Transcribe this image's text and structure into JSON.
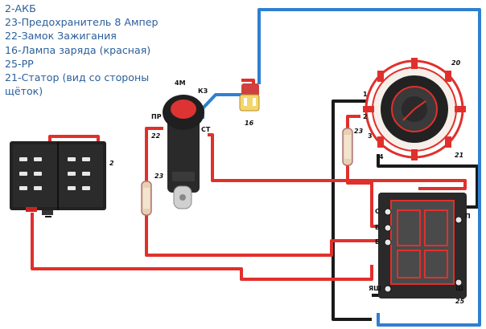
{
  "legend": [
    "2-АКБ",
    "23-Предохранитель 8 Ампер",
    "22-Замок Зажигания",
    "16-Лампа заряда (красная)",
    "25-РР",
    "21-Статор (вид со стороны",
    "щёток)"
  ],
  "labels": {
    "battery_num": "2",
    "ignition_num": "22",
    "fuse_left_num": "23",
    "fuse_right_num": "23",
    "lamp_num": "16",
    "stator_num": "21",
    "rotor_num": "20",
    "regulator_num": "25",
    "term_4m": "4М",
    "term_k3": "КЗ",
    "term_pr": "ПР",
    "term_st": "СТ",
    "stator_t1": "1",
    "stator_t2": "2",
    "stator_t3": "3",
    "stator_t4": "4",
    "reg_c": "С",
    "reg_b1": "Б",
    "reg_b2": "Б",
    "reg_p": "П",
    "reg_ya": "ЯШ",
    "reg_sh": "Ш"
  },
  "colors": {
    "red_wire": "#e0302c",
    "blue_wire": "#2f7fd0",
    "black_wire": "#1a1a1a",
    "legend_text": "#2a5e9b"
  }
}
